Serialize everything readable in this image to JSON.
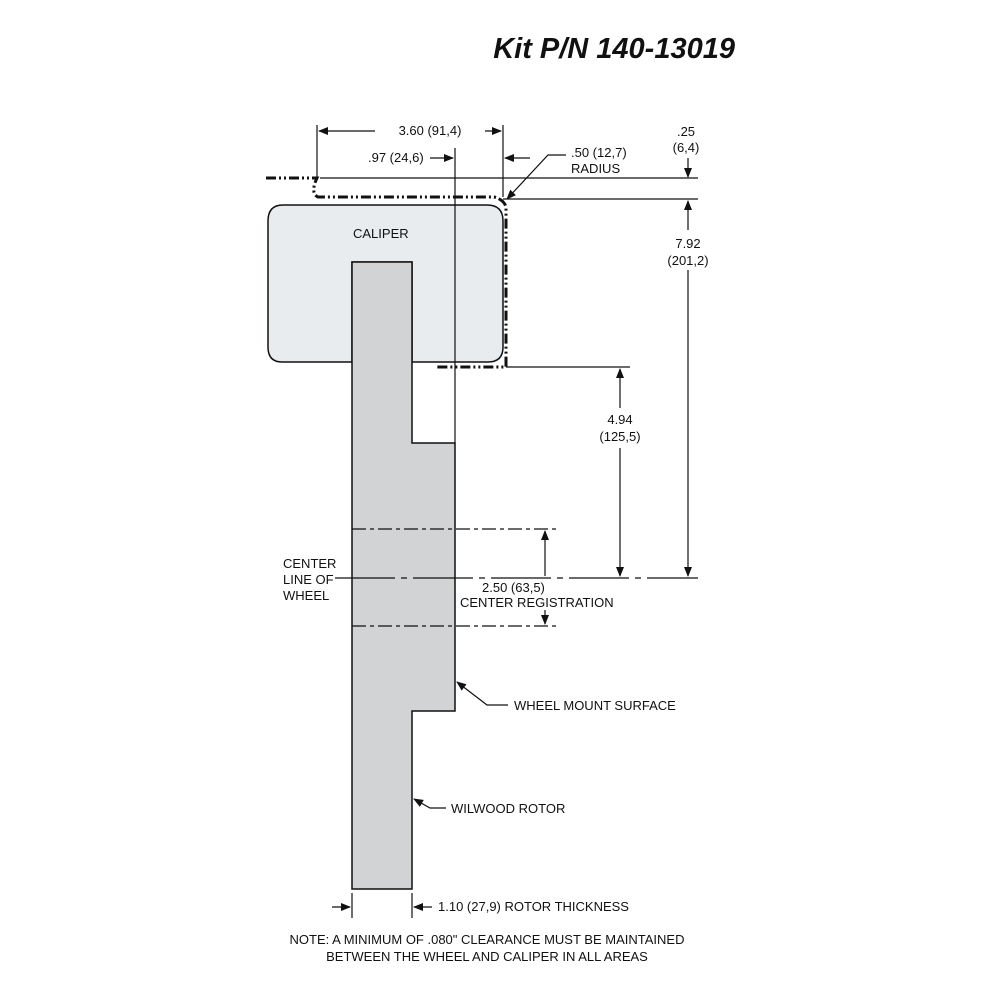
{
  "title": "Kit P/N 140-13019",
  "dimensions": {
    "overall_width": "3.60 (91,4)",
    "offset": ".97 (24,6)",
    "radius_value": ".50 (12,7)",
    "radius_word": "RADIUS",
    "gap_top": ".25",
    "gap_bottom": "(6,4)",
    "height_top": "7.92",
    "height_bottom": "(201,2)",
    "mid_top": "4.94",
    "mid_bottom": "(125,5)",
    "registration_value": "2.50 (63,5)",
    "registration_label": "CENTER REGISTRATION",
    "rotor_thickness": "1.10 (27,9) ROTOR THICKNESS"
  },
  "labels": {
    "caliper": "CALIPER",
    "centerline_1": "CENTER",
    "centerline_2": "LINE OF",
    "centerline_3": "WHEEL",
    "wheel_mount": "WHEEL MOUNT SURFACE",
    "rotor": "WILWOOD ROTOR"
  },
  "note": {
    "line1": "NOTE: A MINIMUM OF .080\" CLEARANCE MUST BE MAINTAINED",
    "line2": "BETWEEN THE WHEEL AND CALIPER IN ALL AREAS"
  },
  "colors": {
    "caliper_fill": "#e8ecef",
    "rotor_fill": "#d1d3d4",
    "line": "#111111"
  }
}
